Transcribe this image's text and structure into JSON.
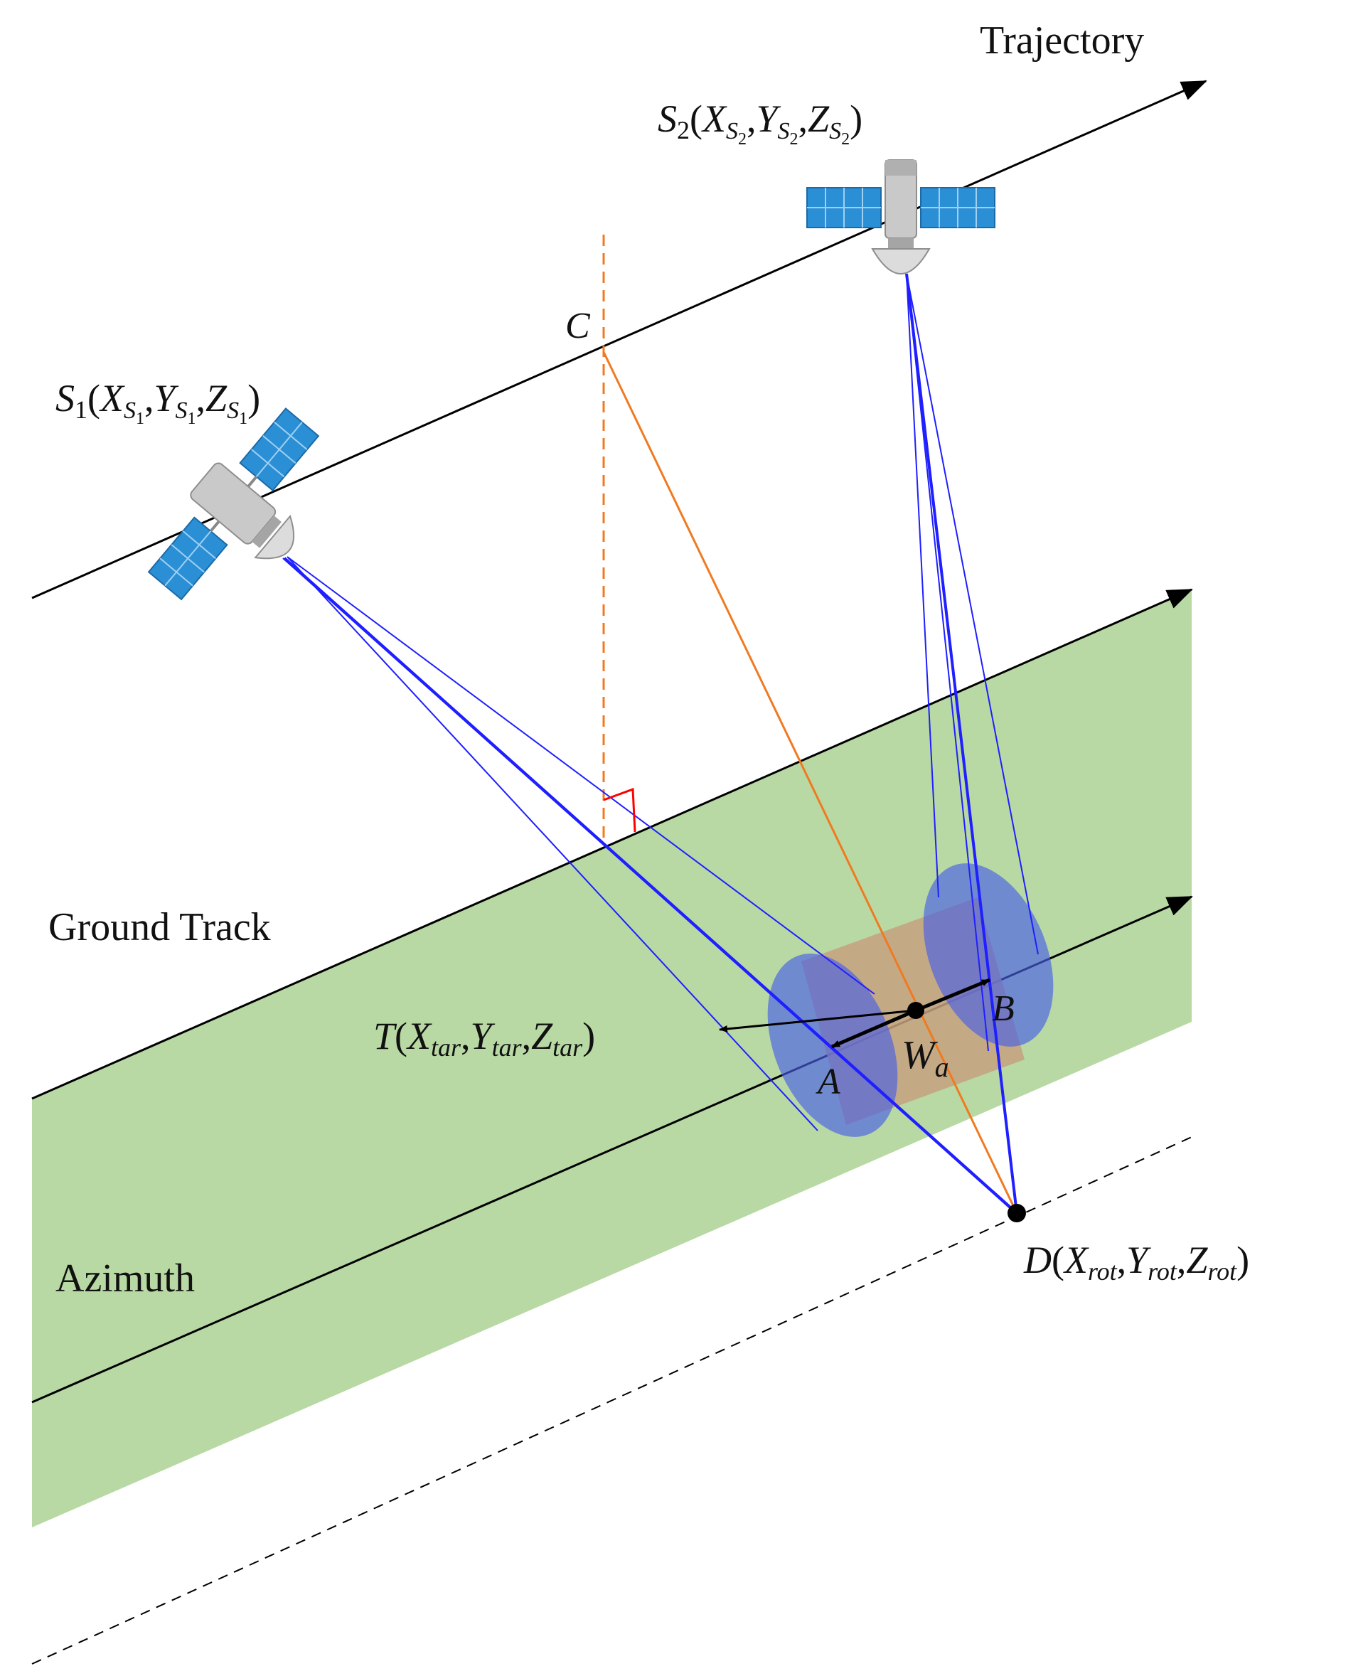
{
  "labels": {
    "trajectory": "Trajectory",
    "ground_track": "Ground Track",
    "azimuth": "Azimuth"
  },
  "points": {
    "s1": {
      "name": "S",
      "sub": "1",
      "open": "(",
      "x": "X",
      "y": "Y",
      "z": "Z",
      "coord_sub": "S",
      "coord_subsub": "1",
      "sep": ",",
      "close": ")"
    },
    "s2": {
      "name": "S",
      "sub": "2",
      "open": "(",
      "x": "X",
      "y": "Y",
      "z": "Z",
      "coord_sub": "S",
      "coord_subsub": "2",
      "sep": ",",
      "close": ")"
    },
    "c": "C",
    "t": {
      "name": "T",
      "open": "(",
      "x": "X",
      "y": "Y",
      "z": "Z",
      "sub": "tar",
      "sep": ",",
      "close": ")"
    },
    "a": "A",
    "b": "B",
    "wa": {
      "name": "W",
      "sub": "a"
    },
    "d": {
      "name": "D",
      "open": "(",
      "x": "X",
      "y": "Y",
      "z": "Z",
      "sub": "rot",
      "sep": ",",
      "close": ")"
    }
  },
  "colors": {
    "ground_band": "#b8d9a4",
    "beam": "#1f1fff",
    "footprint": "#5b6ee8",
    "footprint_overlap": "#c6a080",
    "orange_line": "#f07a20",
    "right_angle": "#ff0000",
    "solar_panel": "#2b8fd6",
    "satellite_body": "#c9c9c9"
  }
}
